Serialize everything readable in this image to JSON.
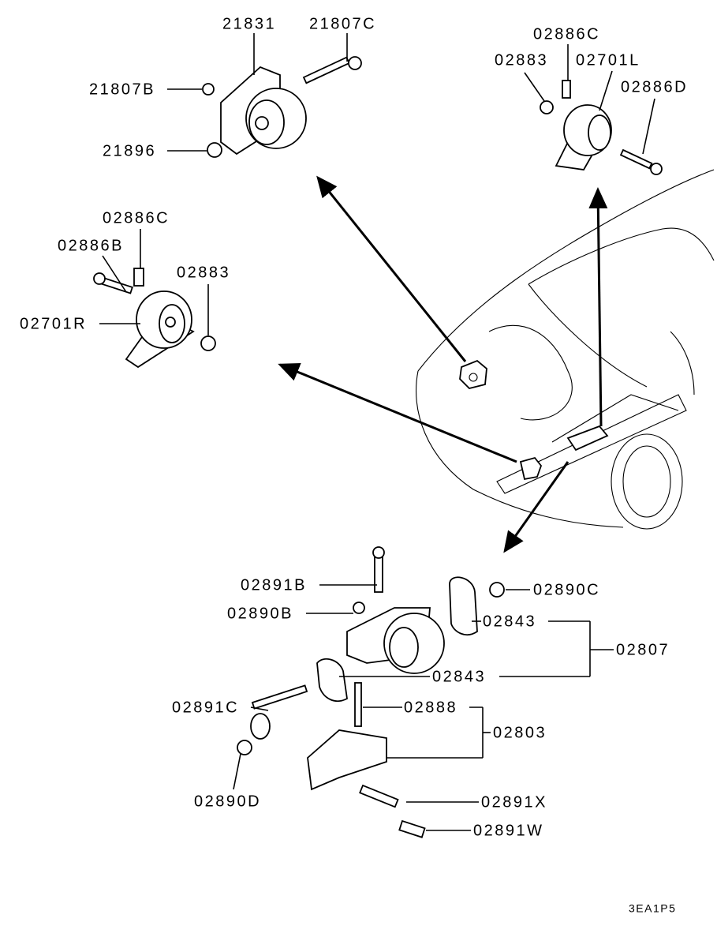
{
  "labels": {
    "p21831": "21831",
    "p21807C": "21807C",
    "p21807B": "21807B",
    "p21896": "21896",
    "p02886C_r": "02886C",
    "p02883_r": "02883",
    "p02701L": "02701L",
    "p02886D": "02886D",
    "p02886C_l": "02886C",
    "p02886B": "02886B",
    "p02883_l": "02883",
    "p02701R": "02701R",
    "p02891B": "02891B",
    "p02890C": "02890C",
    "p02890B": "02890B",
    "p02843_a": "02843",
    "p02807": "02807",
    "p02843_b": "02843",
    "p02891C": "02891C",
    "p02888": "02888",
    "p02803": "02803",
    "p02890D": "02890D",
    "p02891X": "02891X",
    "p02891W": "02891W"
  },
  "diagram_code": "3EA1P5"
}
